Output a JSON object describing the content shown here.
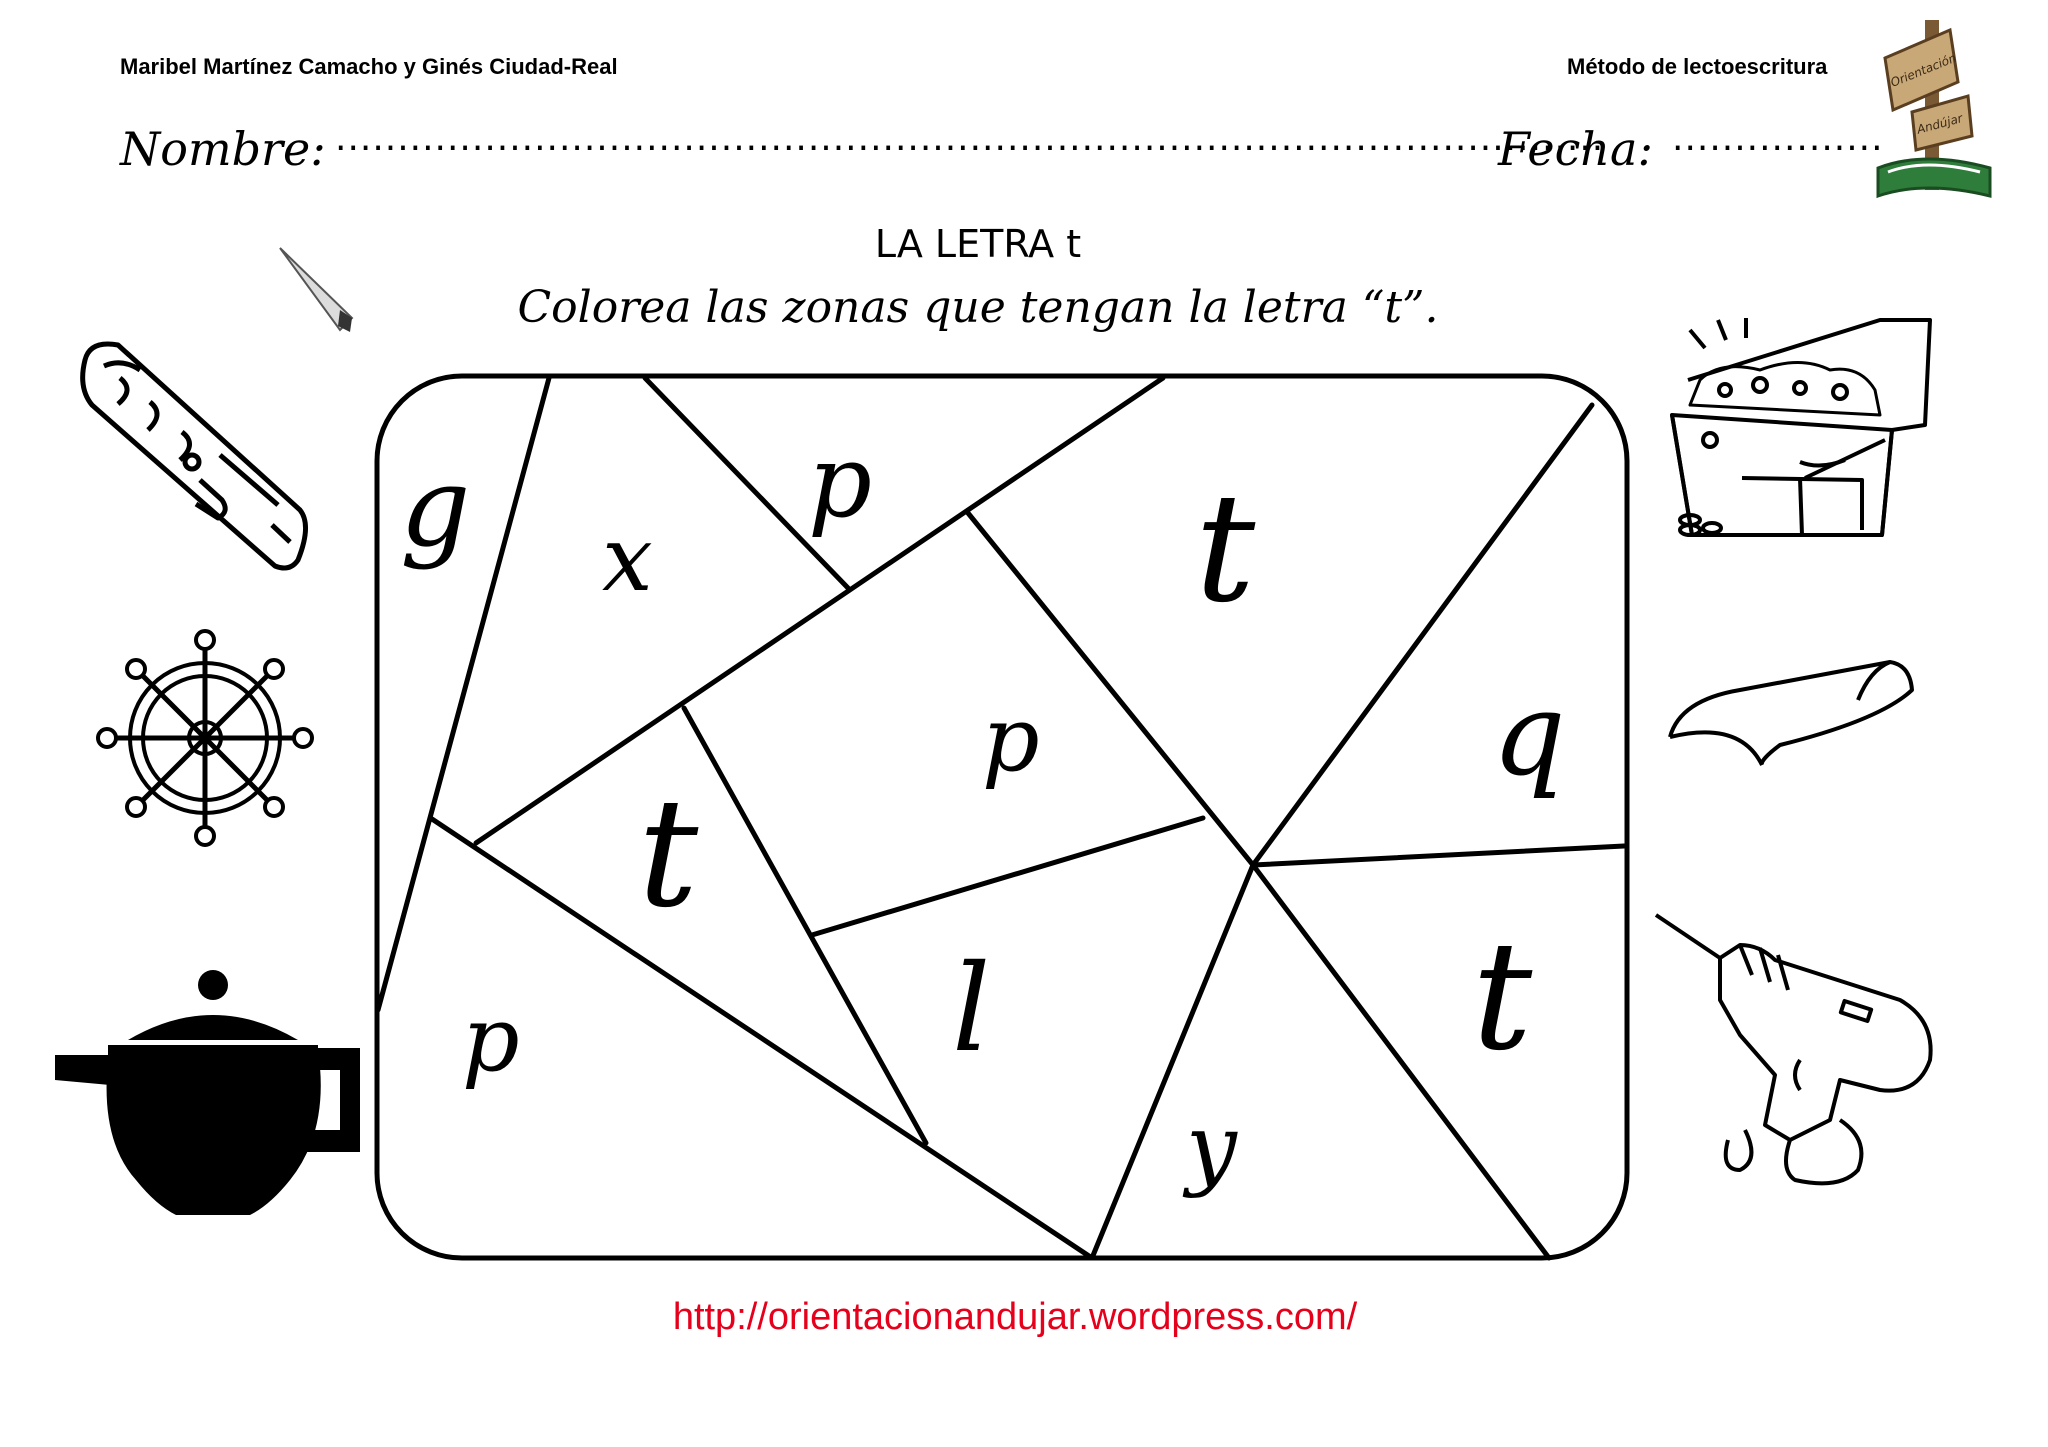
{
  "header": {
    "authors": "Maribel  Martínez Camacho y Ginés Ciudad-Real",
    "method": "Método de lectoescritura",
    "logo_text": [
      "Orientación",
      "Andújar"
    ]
  },
  "form": {
    "name_label": "Nombre:",
    "name_dots": "......................................................................................................",
    "date_label": "Fecha:",
    "date_dots": "................."
  },
  "title": "LA LETRA t",
  "instruction": "Colorea las zonas que tengan la letra “t”.",
  "puzzle_letters": [
    "g",
    "x",
    "p",
    "t",
    "p",
    "q",
    "t",
    "p",
    "l",
    "t",
    "y"
  ],
  "url": "http://orientacionandujar.wordpress.com/",
  "images": [
    "pen-nib",
    "wall-plug",
    "ship-wheel",
    "teapot",
    "treasure-chest",
    "roof-tile",
    "power-drill"
  ]
}
